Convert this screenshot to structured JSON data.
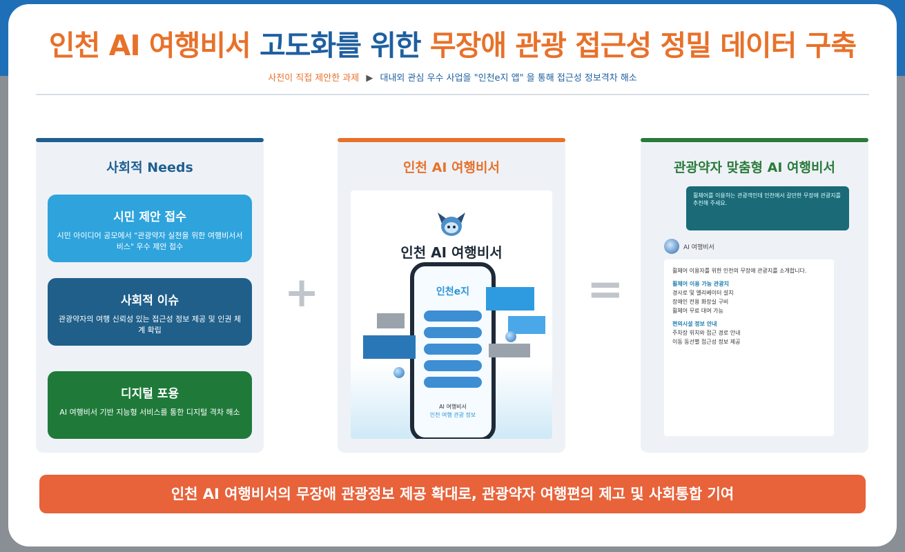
{
  "title": {
    "part1": "인천 AI 여행비서 ",
    "part2": "고도화를 위한 ",
    "part3": "무장애 관광 접근성 정밀 데이터 구축"
  },
  "subtitle": {
    "left": "사전이 직접 제안한 과제",
    "arrow": "▶",
    "right": "대내외 관심 우수 사업을 \"인천e지 앱\" 을 통해 접근성 정보격차 해소"
  },
  "columns": {
    "needs": {
      "heading": "사회적 Needs",
      "accent": "#1f5f8f",
      "boxes": [
        {
          "title": "시민 제안 접수",
          "desc": "시민 아이디어 공모에서 \"관광약자 실천을 위한 여행비서서비스\" 우수 제안 접수",
          "color": "#2ea3dc"
        },
        {
          "title": "사회적 이슈",
          "desc": "관광약자의 여행 신뢰성 있는 접근성 정보 제공 및 인권 체계 확립",
          "color": "#1f5f8a"
        },
        {
          "title": "디지털 포용",
          "desc": "AI 여행비서 기반 지능형 서비스를 통한 디지털 격차 해소",
          "color": "#1f7a3a"
        }
      ]
    },
    "ai": {
      "heading": "인천 AI 여행비서",
      "accent": "#e8712a",
      "app_title": "인천 AI 여행비서",
      "logo": "인천e지",
      "menu_items": [
        "",
        "",
        "",
        "",
        ""
      ],
      "footer_lines": [
        "AI 여행비서",
        "인천 여행 관광 정보"
      ]
    },
    "chat": {
      "heading": "관광약자 맞춤형 AI 여행비서",
      "accent": "#2a7a3a",
      "user_msg": "휠체어를 이용하는 관광객인데 인천에서 갈만한 무장애 관광지를 추천해 주세요.",
      "bot_name": "AI 여행비서",
      "bot_intro": "휠체어 이용자를 위한 인천의 무장애 관광지를 소개합니다.",
      "section1": "휠체어 이용 가능 관광지",
      "bullets1": [
        "경사로 및 엘리베이터 설치",
        "장애인 전용 화장실 구비",
        "휠체어 무료 대여 가능"
      ],
      "section2": "편의시설 정보 안내",
      "bullets2": [
        "주차장 위치와 접근 경로 안내",
        "이동 동선별 접근성 정보 제공"
      ]
    }
  },
  "operators": {
    "plus": "+",
    "equals": "="
  },
  "banner": "인천 AI 여행비서의 무장애 관광정보 제공 확대로, 관광약자 여행편의 제고 및 사회통합 기여"
}
